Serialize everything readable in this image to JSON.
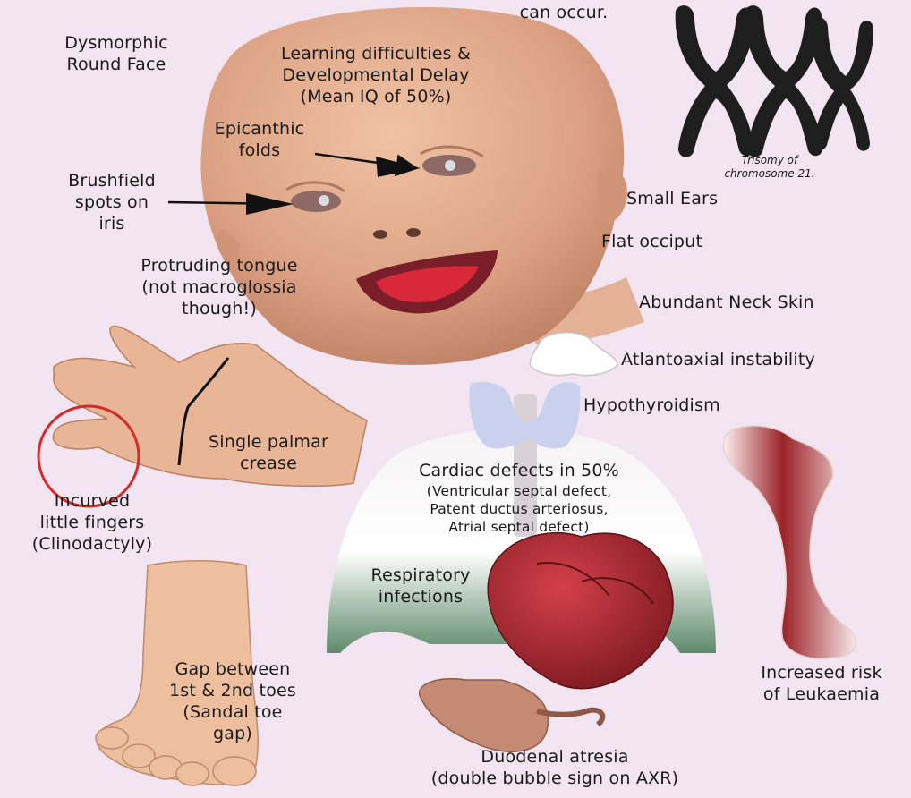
{
  "labels": {
    "top_fragment": "can occur.",
    "round_face": [
      "Dysmorphic",
      "Round Face"
    ],
    "learning": [
      "Learning difficulties &",
      "Developmental Delay",
      "(Mean IQ of 50%)"
    ],
    "epicanthic": [
      "Epicanthic",
      "folds"
    ],
    "brushfield": [
      "Brushfield",
      "spots on",
      "iris"
    ],
    "small_ears": "Small Ears",
    "flat_occiput": "Flat occiput",
    "tongue": [
      "Protruding tongue",
      "(not macroglossia",
      "though!)"
    ],
    "neck_skin": "Abundant Neck Skin",
    "atlantoaxial": "Atlantoaxial instability",
    "hypothyroidism": "Hypothyroidism",
    "palmar": [
      "Single palmar",
      "crease"
    ],
    "cardiac": "Cardiac defects in 50%",
    "cardiac_detail": [
      "(Ventricular septal defect,",
      "Patent ductus arteriosus,",
      "Atrial septal defect)"
    ],
    "fingers": [
      "Incurved",
      "little fingers",
      "(Clinodactyly)"
    ],
    "respiratory": [
      "Respiratory",
      "infections"
    ],
    "toes": [
      "Gap between",
      "1st & 2nd toes",
      "(Sandal toe",
      "gap)"
    ],
    "leukaemia": [
      "Increased risk",
      "of Leukaemia"
    ],
    "duodenal": [
      "Duodenal atresia",
      "(double bubble sign on AXR)"
    ]
  },
  "chromosome_caption": [
    "Trisomy of",
    "chromosome 21."
  ],
  "colors": {
    "background": "#f2e4f0",
    "skin": "#e0a98a",
    "skin_shadow": "#b87a5e",
    "lips": "#7a1f2a",
    "tongue": "#d8283a",
    "heart": "#b02830",
    "chromosome": "#1e1e1e",
    "thyroid": "#c9d1ee",
    "lungs": "#5e8a6a",
    "highlight_circle": "#d42b2b"
  }
}
